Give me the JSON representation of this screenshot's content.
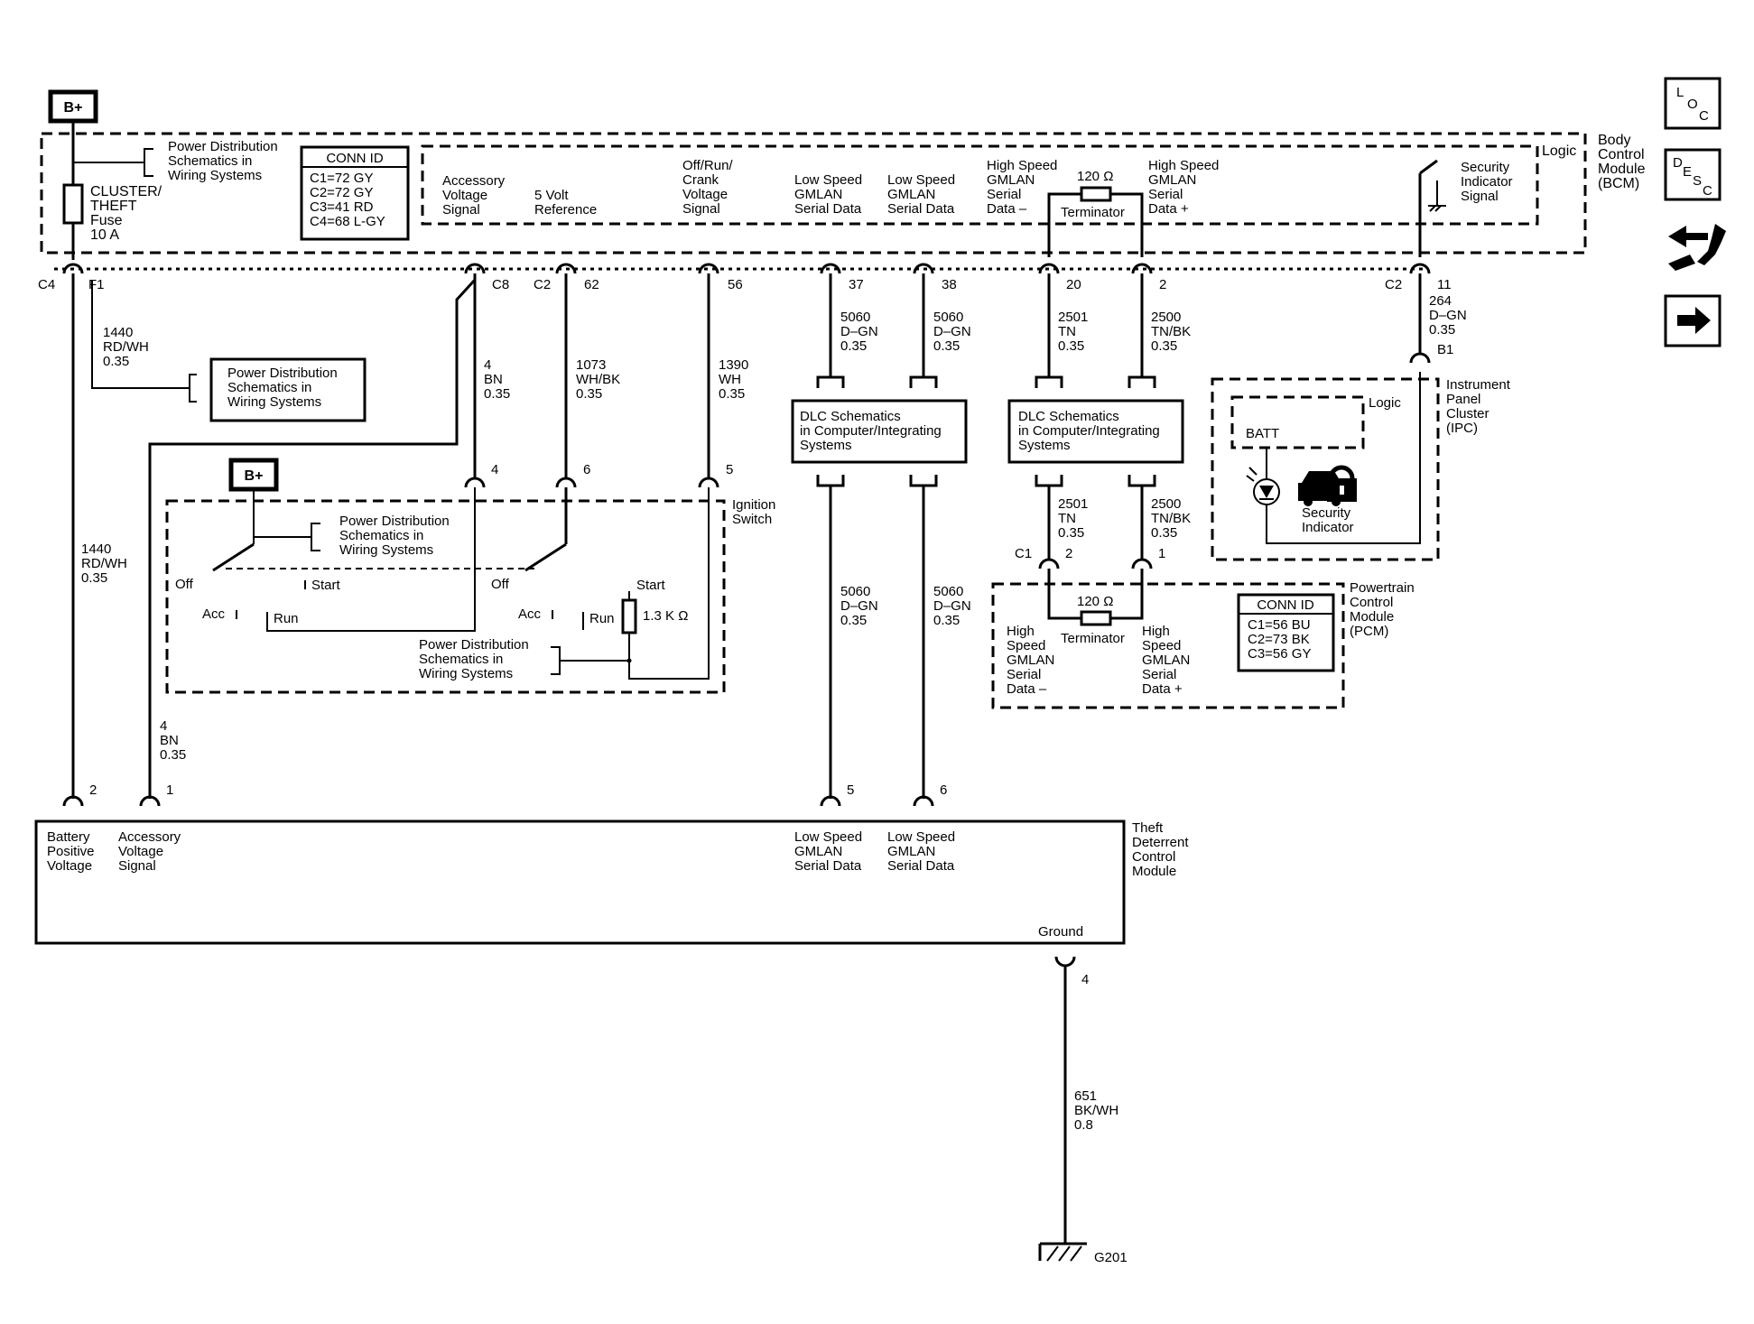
{
  "nav": {
    "loc": {
      "l": "L",
      "o": "O",
      "c": "C"
    },
    "desc": {
      "d": "D",
      "e": "E",
      "s": "S",
      "c": "C"
    }
  },
  "power": {
    "b_plus": "B+"
  },
  "bcm": {
    "name": [
      "Body",
      "Control",
      "Module",
      "(BCM)"
    ],
    "logic": "Logic",
    "power_dist": [
      "Power Distribution",
      "Schematics in",
      "Wiring Systems"
    ],
    "fuse": [
      "CLUSTER/",
      "THEFT",
      "Fuse",
      "10 A"
    ],
    "conn_id": {
      "title": "CONN ID",
      "rows": [
        "C1=72 GY",
        "C2=72 GY",
        "C3=41 RD",
        "C4=68 L-GY"
      ]
    },
    "signals": {
      "accessory": [
        "Accessory",
        "Voltage",
        "Signal"
      ],
      "five_volt": [
        "5 Volt",
        "Reference"
      ],
      "off_run_crank": [
        "Off/Run/",
        "Crank",
        "Voltage",
        "Signal"
      ],
      "ls1": [
        "Low Speed",
        "GMLAN",
        "Serial Data"
      ],
      "ls2": [
        "Low Speed",
        "GMLAN",
        "Serial Data"
      ],
      "hs_neg": [
        "High Speed",
        "GMLAN",
        "Serial",
        "Data –"
      ],
      "hs_pos": [
        "High Speed",
        "GMLAN",
        "Serial",
        "Data +"
      ],
      "terminator_ohm": "120 Ω",
      "terminator": "Terminator",
      "security": [
        "Security",
        "Indicator",
        "Signal"
      ]
    },
    "pins": {
      "c4": "C4",
      "f1": "F1",
      "c8": "C8",
      "c2a": "C2",
      "p62": "62",
      "p56": "56",
      "p37": "37",
      "p38": "38",
      "p20": "20",
      "p2": "2",
      "c2b": "C2",
      "p11": "11"
    }
  },
  "wires": {
    "w1440_top": [
      "1440",
      "RD/WH",
      "0.35"
    ],
    "w4_bn": [
      "4",
      "BN",
      "0.35"
    ],
    "w1073": [
      "1073",
      "WH/BK",
      "0.35"
    ],
    "w1390": [
      "1390",
      "WH",
      "0.35"
    ],
    "w5060_a": [
      "5060",
      "D–GN",
      "0.35"
    ],
    "w5060_b": [
      "5060",
      "D–GN",
      "0.35"
    ],
    "w2501_a": [
      "2501",
      "TN",
      "0.35"
    ],
    "w2500_a": [
      "2500",
      "TN/BK",
      "0.35"
    ],
    "w264": [
      "264",
      "D–GN",
      "0.35"
    ],
    "w1440_bottom": [
      "1440",
      "RD/WH",
      "0.35"
    ],
    "w4_bn_bottom": [
      "4",
      "BN",
      "0.35"
    ],
    "w5060_c": [
      "5060",
      "D–GN",
      "0.35"
    ],
    "w5060_d": [
      "5060",
      "D–GN",
      "0.35"
    ],
    "w2501_b": [
      "2501",
      "TN",
      "0.35"
    ],
    "w2500_b": [
      "2500",
      "TN/BK",
      "0.35"
    ],
    "w651": [
      "651",
      "BK/WH",
      "0.8"
    ]
  },
  "power_dist_box": [
    "Power Distribution",
    "Schematics in",
    "Wiring Systems"
  ],
  "dlc1": [
    "DLC Schematics",
    "in Computer/Integrating",
    "Systems"
  ],
  "dlc2": [
    "DLC Schematics",
    "in Computer/Integrating",
    "Systems"
  ],
  "ipc": {
    "name": [
      "Instrument",
      "Panel",
      "Cluster",
      "(IPC)"
    ],
    "pin": "B1",
    "logic": "Logic",
    "batt": "BATT",
    "security": [
      "Security",
      "Indicator"
    ]
  },
  "ignition": {
    "name": [
      "Ignition",
      "Switch"
    ],
    "b_plus": "B+",
    "power_dist_top": [
      "Power Distribution",
      "Schematics in",
      "Wiring Systems"
    ],
    "power_dist_bottom": [
      "Power Distribution",
      "Schematics in",
      "Wiring Systems"
    ],
    "pins": {
      "p4": "4",
      "p6": "6",
      "p5": "5"
    },
    "off1": "Off",
    "start1": "Start",
    "acc1": "Acc",
    "run1": "Run",
    "off2": "Off",
    "start2": "Start",
    "acc2": "Acc",
    "run2": "Run",
    "resistor": "1.3 K Ω"
  },
  "pcm": {
    "name": [
      "Powertrain",
      "Control",
      "Module",
      "(PCM)"
    ],
    "c1": "C1",
    "p2": "2",
    "p1": "1",
    "terminator_ohm": "120 Ω",
    "terminator": "Terminator",
    "hs_neg": [
      "High",
      "Speed",
      "GMLAN",
      "Serial",
      "Data –"
    ],
    "hs_pos": [
      "High",
      "Speed",
      "GMLAN",
      "Serial",
      "Data +"
    ],
    "conn_id": {
      "title": "CONN ID",
      "rows": [
        "C1=56 BU",
        "C2=73 BK",
        "C3=56 GY"
      ]
    }
  },
  "tdm": {
    "name": [
      "Theft",
      "Deterrent",
      "Control",
      "Module"
    ],
    "pins": {
      "p2": "2",
      "p1": "1",
      "p5": "5",
      "p6": "6",
      "p4": "4"
    },
    "battery": [
      "Battery",
      "Positive",
      "Voltage"
    ],
    "accessory": [
      "Accessory",
      "Voltage",
      "Signal"
    ],
    "ls1": [
      "Low Speed",
      "GMLAN",
      "Serial Data"
    ],
    "ls2": [
      "Low Speed",
      "GMLAN",
      "Serial Data"
    ],
    "ground": "Ground"
  },
  "ground": {
    "label": "G201"
  }
}
